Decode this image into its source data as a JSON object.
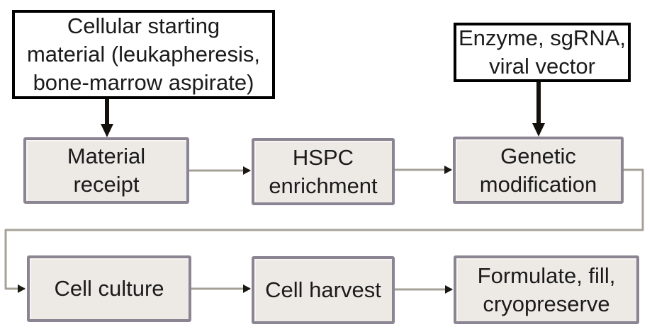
{
  "flowchart": {
    "inputs": [
      {
        "id": "cellular-starting-material",
        "label": "Cellular starting material (leukapheresis, bone-marrow aspirate)",
        "lines": [
          "Cellular starting",
          "material (leukapheresis,",
          "bone-marrow aspirate)"
        ]
      },
      {
        "id": "enzyme-sgrna-viral-vector",
        "label": "Enzyme, sgRNA, viral vector",
        "lines": [
          "Enzyme, sgRNA,",
          "viral vector"
        ]
      }
    ],
    "steps": [
      {
        "id": "material-receipt",
        "label": "Material receipt",
        "lines": [
          "Material",
          "receipt"
        ]
      },
      {
        "id": "hspc-enrichment",
        "label": "HSPC enrichment",
        "lines": [
          "HSPC",
          "enrichment"
        ]
      },
      {
        "id": "genetic-modification",
        "label": "Genetic modification",
        "lines": [
          "Genetic",
          "modification"
        ]
      },
      {
        "id": "cell-culture",
        "label": "Cell culture",
        "lines": [
          "Cell culture"
        ]
      },
      {
        "id": "cell-harvest",
        "label": "Cell harvest",
        "lines": [
          "Cell harvest"
        ]
      },
      {
        "id": "formulate-fill-cryopreserve",
        "label": "Formulate, fill, cryopreserve",
        "lines": [
          "Formulate, fill,",
          "cryopreserve"
        ]
      }
    ],
    "colors": {
      "step_fill": "#edeae5",
      "step_border": "#8b8492",
      "input_fill": "#ffffff",
      "input_border": "#000000",
      "connector_line": "#a6a198",
      "arrowhead": "#1b1712",
      "text": "#1b1b1b"
    }
  }
}
